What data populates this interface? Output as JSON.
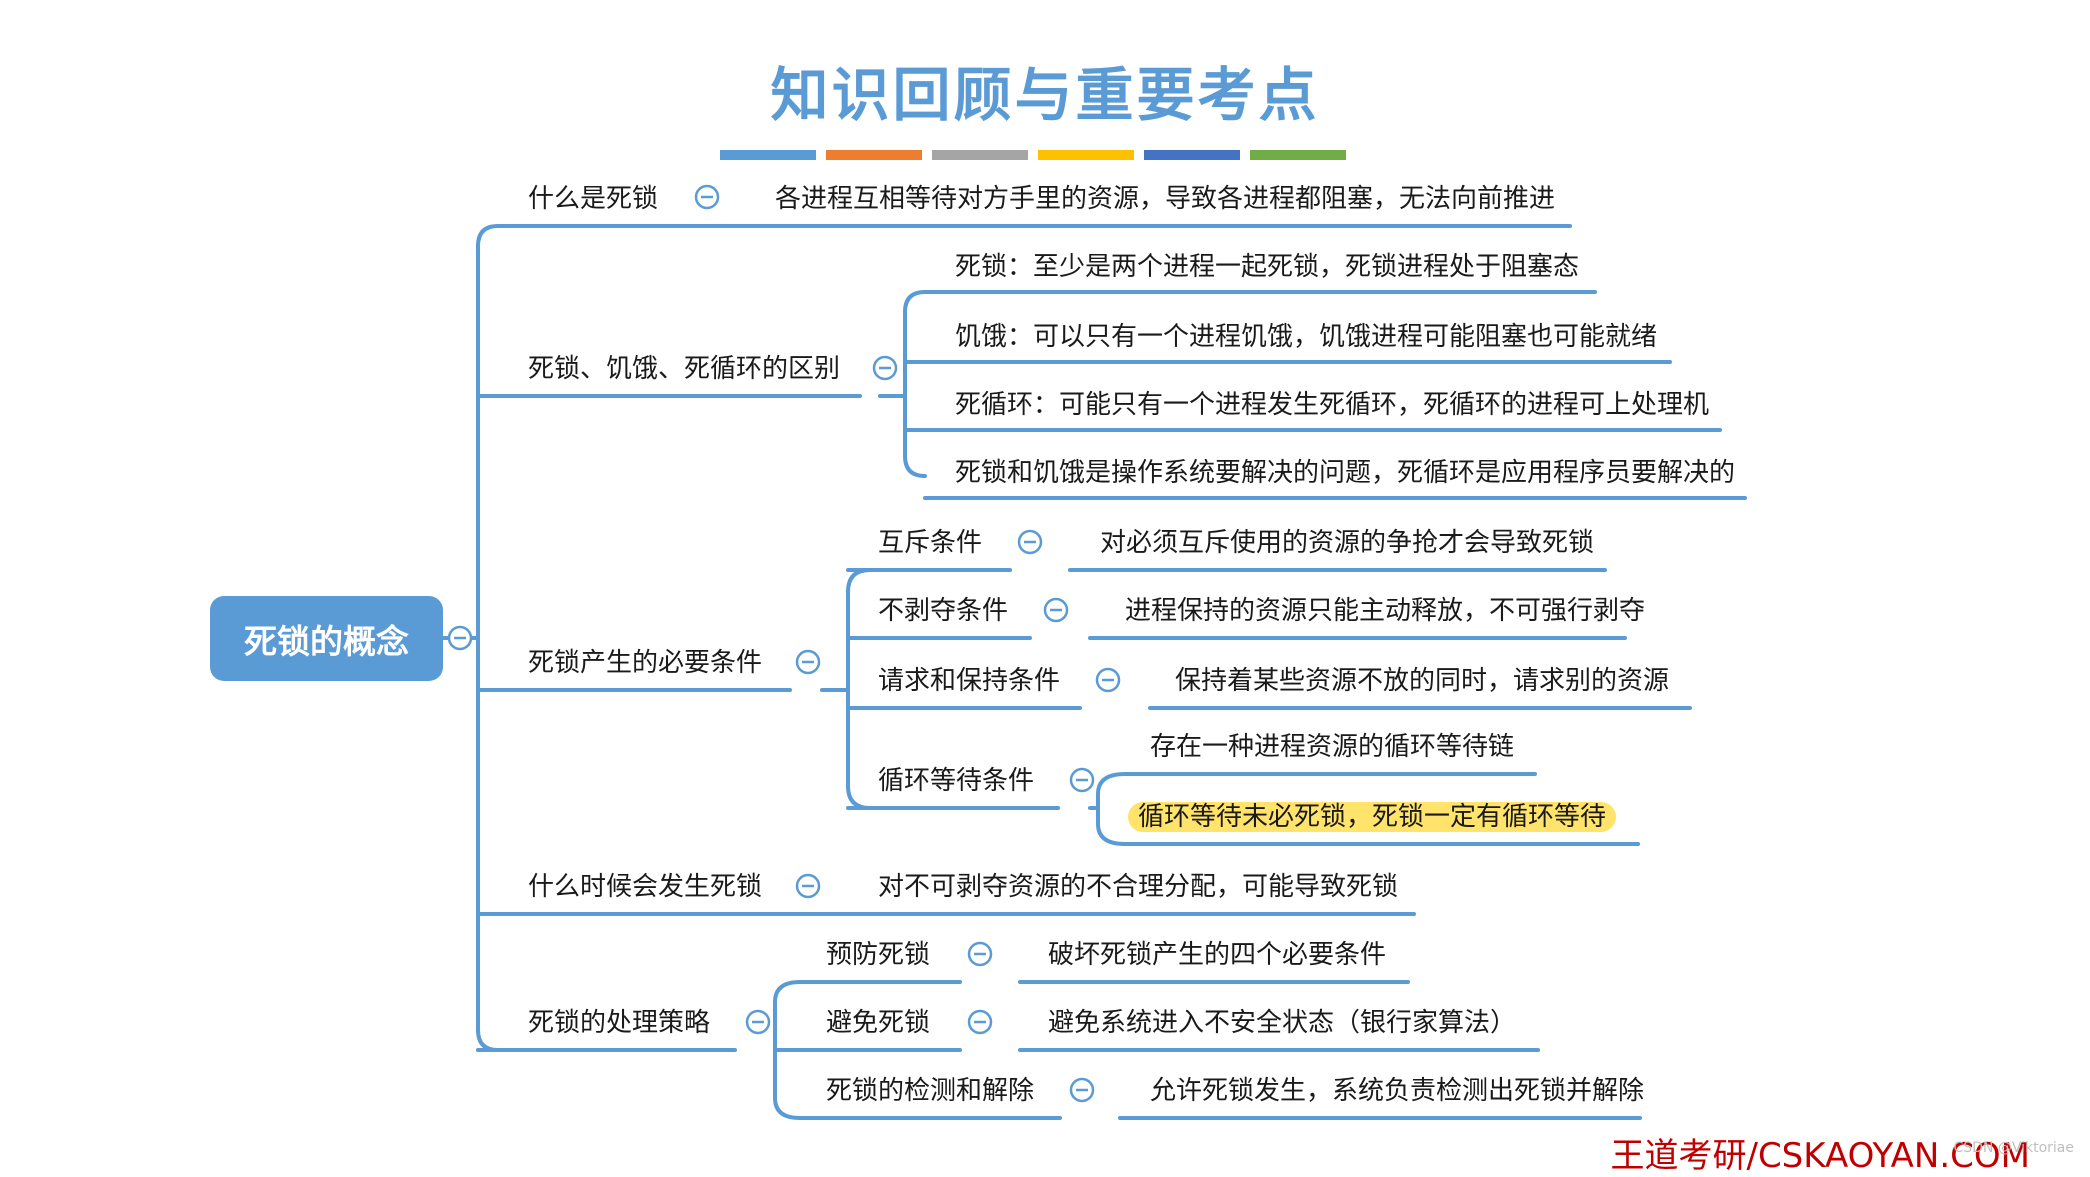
{
  "title": "知识回顾与重要考点",
  "colors": {
    "accent": "#5B9BD5",
    "line": "#5B9BD5",
    "highlight": "#FFE36A",
    "watermark": "#C00000",
    "stripe": [
      "#5B9BD5",
      "#ED7D31",
      "#A5A5A5",
      "#FFC000",
      "#4472C4",
      "#70AD47"
    ]
  },
  "root": "死锁的概念",
  "branches": {
    "b1": {
      "label": "什么是死锁",
      "children": [
        "各进程互相等待对方手里的资源，导致各进程都阻塞，无法向前推进"
      ]
    },
    "b2": {
      "label": "死锁、饥饿、死循环的区别",
      "children": [
        "死锁：至少是两个进程一起死锁，死锁进程处于阻塞态",
        "饥饿：可以只有一个进程饥饿，饥饿进程可能阻塞也可能就绪",
        "死循环：可能只有一个进程发生死循环，死循环的进程可上处理机",
        "死锁和饥饿是操作系统要解决的问题，死循环是应用程序员要解决的"
      ]
    },
    "b3": {
      "label": "死锁产生的必要条件",
      "children": [
        {
          "label": "互斥条件",
          "detail": "对必须互斥使用的资源的争抢才会导致死锁"
        },
        {
          "label": "不剥夺条件",
          "detail": "进程保持的资源只能主动释放，不可强行剥夺"
        },
        {
          "label": "请求和保持条件",
          "detail": "保持着某些资源不放的同时，请求别的资源"
        },
        {
          "label": "循环等待条件",
          "details": [
            "存在一种进程资源的循环等待链",
            "循环等待未必死锁，死锁一定有循环等待"
          ]
        }
      ]
    },
    "b4": {
      "label": "什么时候会发生死锁",
      "children": [
        "对不可剥夺资源的不合理分配，可能导致死锁"
      ]
    },
    "b5": {
      "label": "死锁的处理策略",
      "children": [
        {
          "label": "预防死锁",
          "detail": "破坏死锁产生的四个必要条件"
        },
        {
          "label": "避免死锁",
          "detail": "避免系统进入不安全状态（银行家算法）"
        },
        {
          "label": "死锁的检测和解除",
          "detail": "允许死锁发生，系统负责检测出死锁并解除"
        }
      ]
    }
  },
  "watermark": "王道考研/CSKAOYAN.COM",
  "csdn_mark": "CSDN @Viktoriae"
}
